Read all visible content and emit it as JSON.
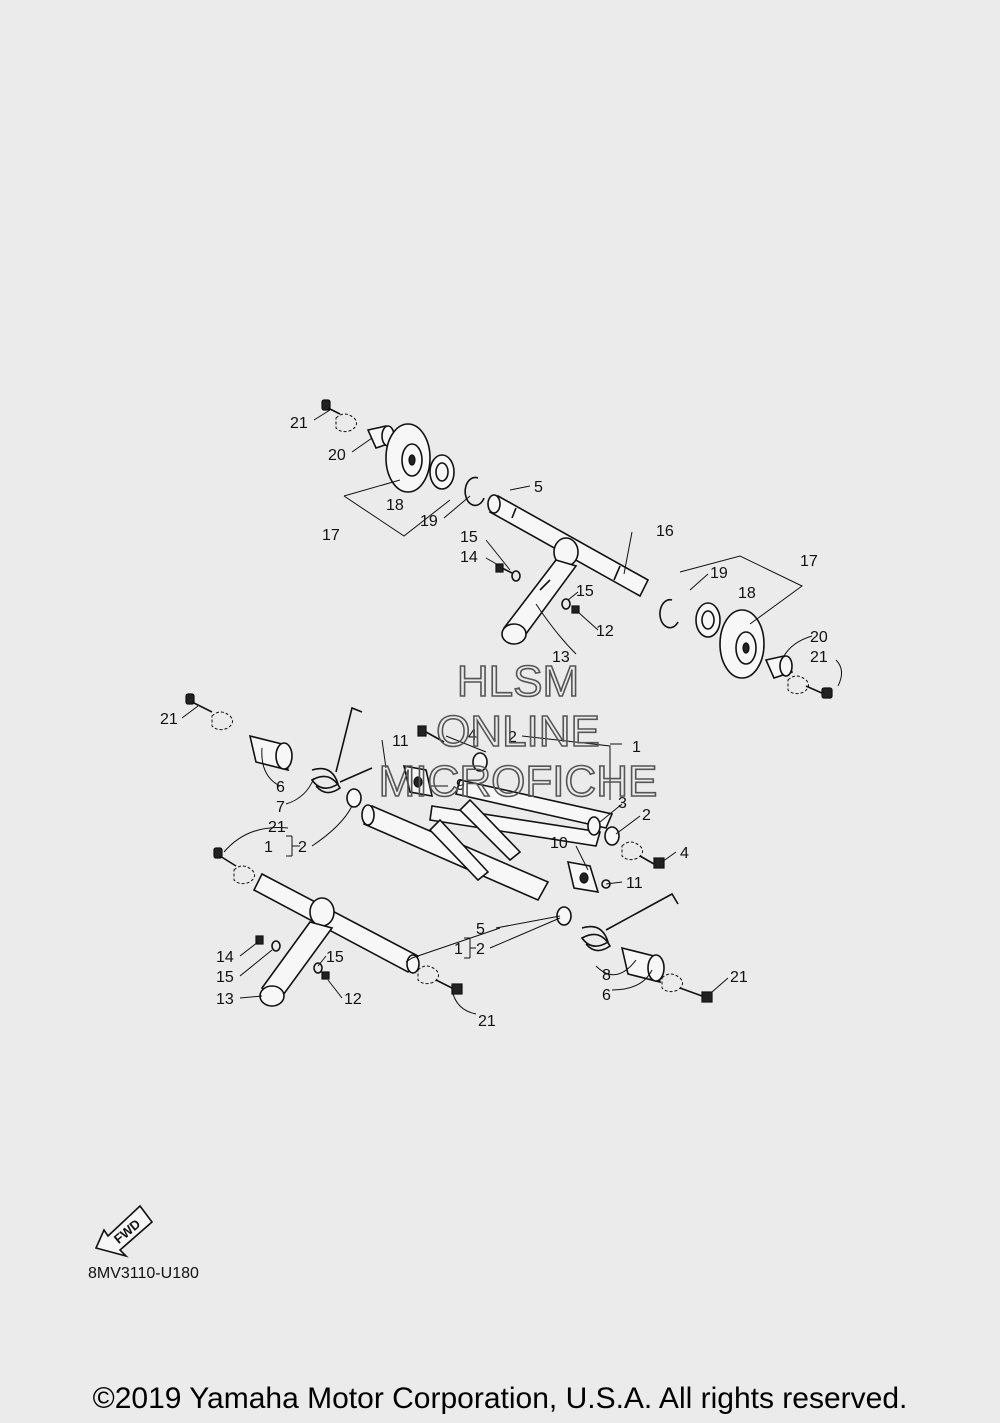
{
  "watermark": {
    "line1": "HLSM",
    "line2": "ONLINE",
    "line3": "MICROFICHE"
  },
  "diagram_code": "8MV3110-U180",
  "fwd_label": "FWD",
  "copyright": "©2019 Yamaha Motor Corporation, U.S.A. All rights reserved.",
  "callouts": {
    "c1": "21",
    "c2": "20",
    "c3": "18",
    "c4": "17",
    "c5": "19",
    "c6": "5",
    "c7": "15",
    "c8": "14",
    "c9": "16",
    "c10": "15",
    "c11": "12",
    "c12": "13",
    "c13": "19",
    "c14": "18",
    "c15": "17",
    "c16": "20",
    "c17": "21",
    "c18": "21",
    "c19": "6",
    "c20": "7",
    "c21": "4",
    "c22": "2",
    "c23": "1",
    "c24": "11",
    "c25": "9",
    "c26": "3",
    "c27": "2",
    "c28": "21",
    "c29": "1",
    "c30": "2",
    "c31": "10",
    "c32": "4",
    "c33": "11",
    "c34": "5",
    "c35": "1",
    "c36": "2",
    "c37": "14",
    "c38": "15",
    "c39": "15",
    "c40": "12",
    "c41": "13",
    "c42": "8",
    "c43": "6",
    "c44": "21",
    "c45": "21"
  },
  "colors": {
    "background": "#ebebeb",
    "ink": "#111111"
  }
}
